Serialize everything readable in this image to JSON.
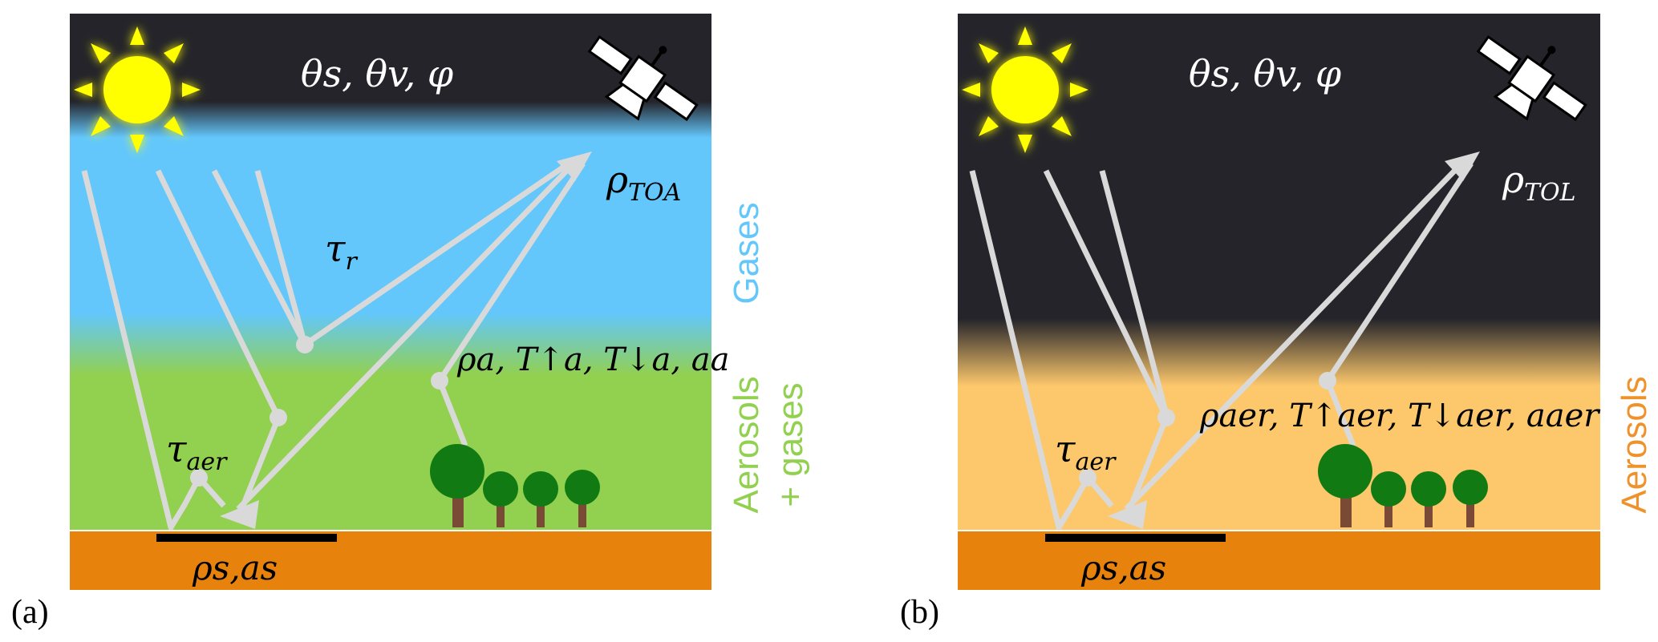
{
  "panels": [
    {
      "label": "(a)",
      "geometry_text": "θs, θv, φ",
      "top_reflectance": {
        "symbol": "ρ",
        "sub": "TOA"
      },
      "tau_r": {
        "symbol": "τ",
        "sub": "r"
      },
      "atm_params": {
        "text": "ρa, T↑a, T↓a, aa"
      },
      "tau_aer": {
        "symbol": "τ",
        "sub": "aer"
      },
      "surface": {
        "text": "ρs,as"
      },
      "side_labels": [
        "Gases",
        "Aerosols",
        "+ gases"
      ]
    },
    {
      "label": "(b)",
      "geometry_text": "θs, θv, φ",
      "top_reflectance": {
        "symbol": "ρ",
        "sub": "TOL"
      },
      "atm_params": {
        "text": "ρaer, T↑aer, T↓aer, aaer"
      },
      "tau_aer": {
        "symbol": "τ",
        "sub": "aer"
      },
      "surface": {
        "text": "ρs,as"
      },
      "side_labels": [
        "Aerosols"
      ]
    }
  ],
  "colors": {
    "sky_dark": "#24242a",
    "rayleigh_blue": "#63c7fb",
    "aerosol_green": "#92d050",
    "aerosol_orange": "#fdc86c",
    "ground": "#e7830c",
    "ray": "#d9d9d9",
    "sun": "#ffff00",
    "tree_canopy": "#127a12",
    "tree_trunk": "#7a4a36",
    "side_gases": "#63c7fb",
    "side_aerosols_a": "#92d050",
    "side_aerosols_b": "#f0922c"
  },
  "icons": [
    "sun-icon",
    "satellite-icon",
    "tree-icon"
  ]
}
